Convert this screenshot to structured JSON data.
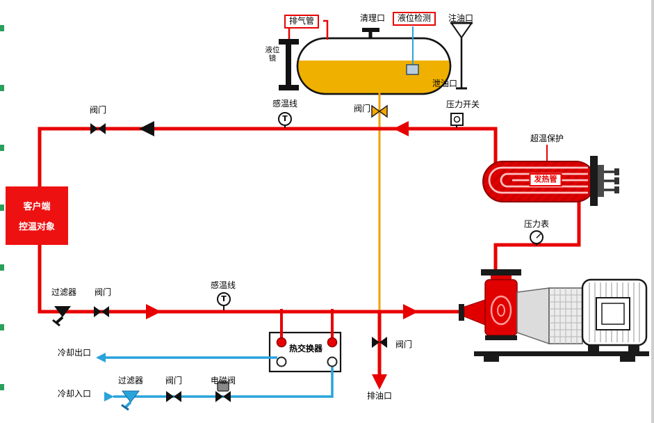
{
  "colors": {
    "pipe_red": "#e80000",
    "client_red": "#ee1111",
    "cooling_blue": "#29a3dc",
    "tank_liquid": "#f0b000",
    "valve_yellow": "#f5a800",
    "heater_red": "#e00000"
  },
  "labels": {
    "vent_pipe": "排气管",
    "clean_port": "清理口",
    "level_detect": "液位检测",
    "fill_port": "注油口",
    "tank_drain": "泄油口",
    "level_gauge": "液位镜",
    "valve": "阀门",
    "temp_sense_line": "感温线",
    "pressure_switch": "压力开关",
    "overtemp_protect": "超温保护",
    "heating_tube": "发热管",
    "pressure_gauge": "压力表",
    "client_line1": "客户端",
    "client_line2": "控温对象",
    "filter": "过滤器",
    "heat_exchanger": "热交换器",
    "cooling_outlet": "冷却出口",
    "cooling_inlet": "冷却入口",
    "solenoid_valve": "电磁阀",
    "oil_drain": "排油口",
    "t_symbol": "T"
  }
}
